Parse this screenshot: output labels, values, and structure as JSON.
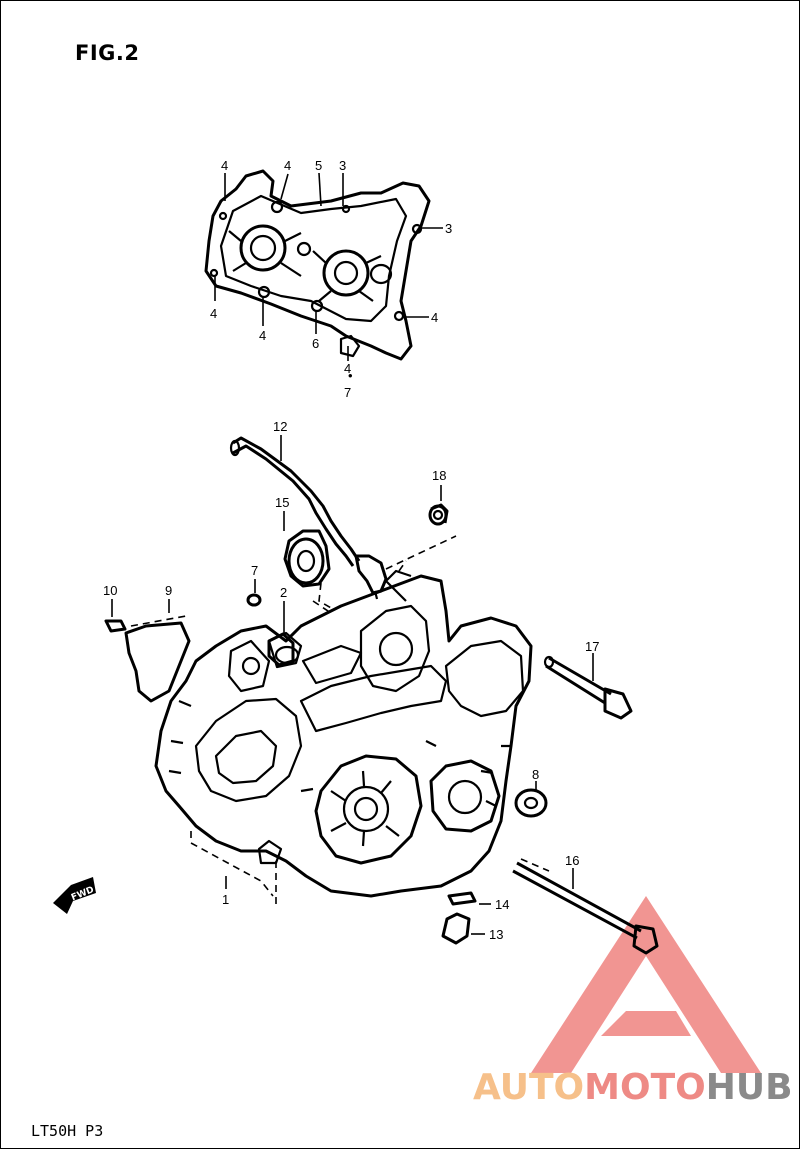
{
  "figure": {
    "title": "FIG.2",
    "footer_code": "LT50H  P3"
  },
  "fwd_arrow_text": "FWD",
  "watermark": {
    "part1": "AUTO",
    "part2": "MOTO",
    "part3": "HUB",
    "color_orange": "#f6c08a",
    "color_red": "#ee8a85",
    "color_gray": "#8a8a8a",
    "triangle_color": "#f08a86"
  },
  "callouts": {
    "c4a": "4",
    "c4b": "4",
    "c5": "5",
    "c3a": "3",
    "c3b": "3",
    "c4c": "4",
    "c4d": "4",
    "c6": "6",
    "c4e": "4",
    "c4f": "4",
    "c7a": "7",
    "c12": "12",
    "c18": "18",
    "c15": "15",
    "c7b": "7",
    "c2": "2",
    "c10": "10",
    "c9": "9",
    "c17": "17",
    "c8": "8",
    "c16": "16",
    "c1": "1",
    "c14": "14",
    "c13": "13"
  }
}
